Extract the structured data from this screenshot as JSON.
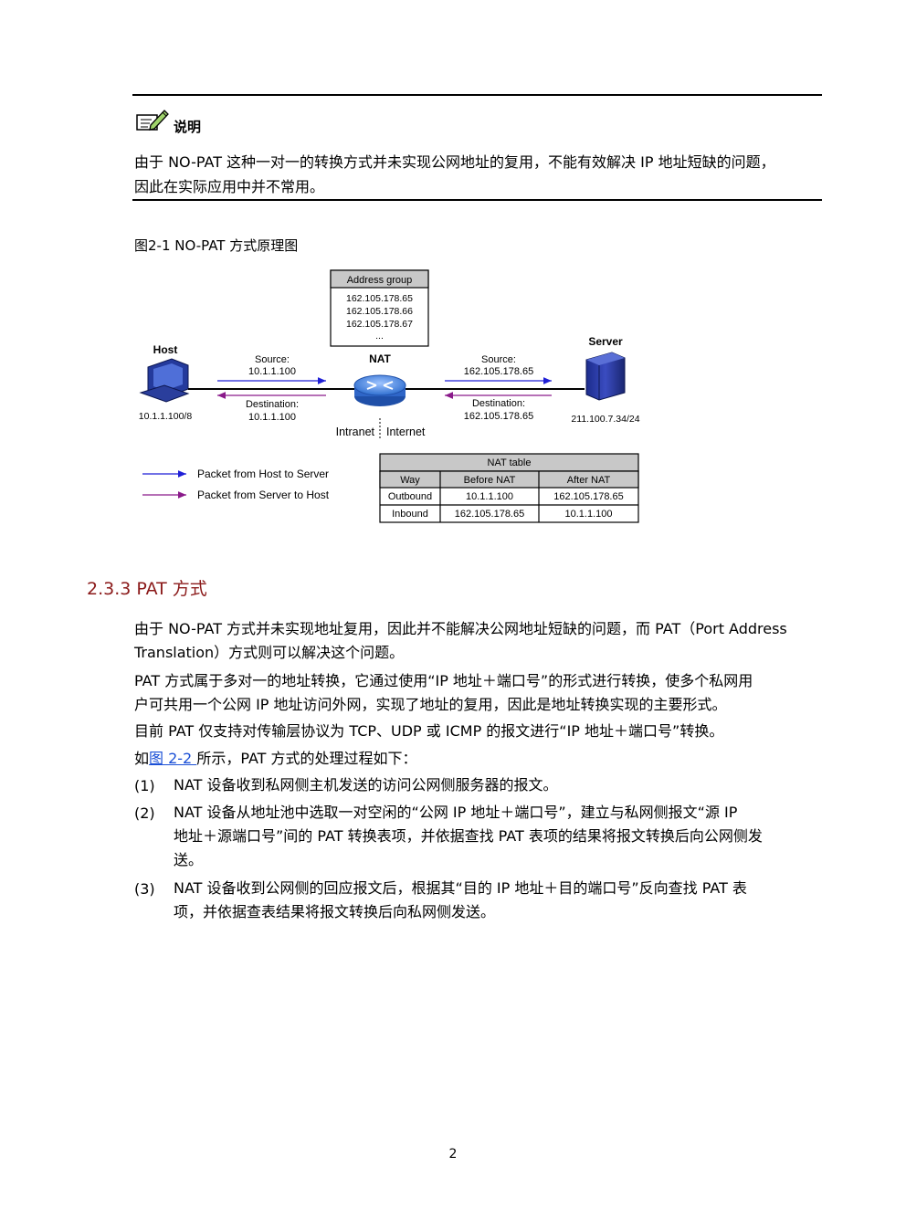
{
  "note": {
    "title": "说明",
    "text_line1": "由于 NO-PAT 这种一对一的转换方式并未实现公网地址的复用，不能有效解决 IP 地址短缺的问题，",
    "text_line2": "因此在实际应用中并不常用。"
  },
  "figure": {
    "caption": "图2-1 NO-PAT 方式原理图",
    "address_group": {
      "header": "Address group",
      "entries": [
        "162.105.178.65",
        "162.105.178.66",
        "162.105.178.67",
        "..."
      ]
    },
    "host": {
      "label": "Host",
      "ip": "10.1.1.100/8"
    },
    "nat": {
      "label": "NAT",
      "left_side": "Intranet",
      "right_side": "Internet"
    },
    "server": {
      "label": "Server",
      "ip": "211.100.7.34/24"
    },
    "left_source": {
      "label": "Source:",
      "value": "10.1.1.100"
    },
    "left_destination": {
      "label": "Destination:",
      "value": "10.1.1.100"
    },
    "right_source": {
      "label": "Source:",
      "value": "162.105.178.65"
    },
    "right_destination": {
      "label": "Destination:",
      "value": "162.105.178.65"
    },
    "legend": {
      "host_to_server": "Packet from Host to Server",
      "server_to_host": "Packet from Server to Host"
    },
    "nat_table": {
      "title": "NAT table",
      "headers": [
        "Way",
        "Before NAT",
        "After NAT"
      ],
      "rows": [
        [
          "Outbound",
          "10.1.1.100",
          "162.105.178.65"
        ],
        [
          "Inbound",
          "162.105.178.65",
          "10.1.1.100"
        ]
      ]
    },
    "colors": {
      "outbound_arrow": "#1f1fd6",
      "inbound_arrow": "#8a1a8a"
    }
  },
  "section": {
    "heading": "2.3.3  PAT 方式",
    "para1_line1": "由于 NO-PAT 方式并未实现地址复用，因此并不能解决公网地址短缺的问题，而 PAT（Port Address",
    "para1_line2": "Translation）方式则可以解决这个问题。",
    "para2_line1": "PAT 方式属于多对一的地址转换，它通过使用“IP 地址＋端口号”的形式进行转换，使多个私网用",
    "para2_line2": "户可共用一个公网 IP 地址访问外网，实现了地址的复用，因此是地址转换实现的主要形式。",
    "para3": "目前 PAT 仅支持对传输层协议为 TCP、UDP 或 ICMP 的报文进行“IP 地址＋端口号”转换。",
    "para4_prefix": "如",
    "para4_link": "图 2-2 ",
    "para4_suffix": "所示，PAT 方式的处理过程如下：",
    "steps": [
      {
        "num": "(1)",
        "lines": [
          "NAT 设备收到私网侧主机发送的访问公网侧服务器的报文。"
        ]
      },
      {
        "num": "(2)",
        "lines": [
          "NAT 设备从地址池中选取一对空闲的“公网 IP 地址＋端口号”，建立与私网侧报文“源 IP",
          "地址＋源端口号”间的 PAT 转换表项，并依据查找 PAT 表项的结果将报文转换后向公网侧发",
          "送。"
        ]
      },
      {
        "num": "(3)",
        "lines": [
          "NAT 设备收到公网侧的回应报文后，根据其“目的 IP 地址＋目的端口号”反向查找 PAT 表",
          "项，并依据查表结果将报文转换后向私网侧发送。"
        ]
      }
    ]
  },
  "page_number": "2"
}
